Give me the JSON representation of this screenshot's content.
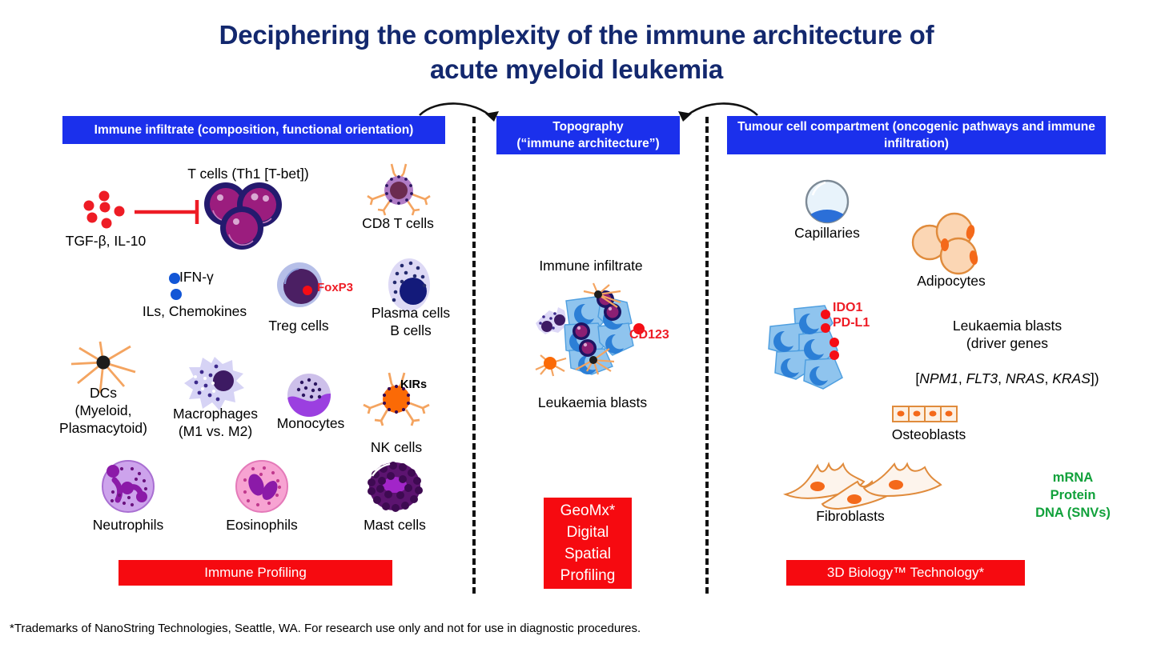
{
  "title": {
    "line1": "Deciphering the complexity of the immune architecture of",
    "line2": "acute myeloid leukemia",
    "color": "#13286e"
  },
  "colors": {
    "header_blue": "#1b30ec",
    "accent_red": "#ee1c25",
    "chip_red": "#f60a10",
    "marker_green": "#11a13b",
    "title_navy": "#13286e",
    "cell_orange": "#f4a460",
    "blast_blue": "#8fc4ee"
  },
  "headers": {
    "left": "Immune infiltrate (composition, functional orientation)",
    "middle": "Topography\n(“immune architecture”)",
    "right": "Tumour cell compartment (oncogenic pathways and immune infiltration)"
  },
  "panels": {
    "left": {
      "chip": "Immune Profiling",
      "labels": [
        {
          "id": "tgf-il10",
          "text": "TGF-β, IL-10"
        },
        {
          "id": "t-cells",
          "text": "T cells (Th1 [T-bet])"
        },
        {
          "id": "cd8-t-cells",
          "text": "CD8 T cells"
        },
        {
          "id": "ifn-gamma",
          "text": "IFN-γ"
        },
        {
          "id": "ils-chemokines",
          "text": "ILs, Chemokines"
        },
        {
          "id": "foxp3",
          "text": "FoxP3"
        },
        {
          "id": "treg-cells",
          "text": "Treg cells"
        },
        {
          "id": "plasma-b-cells",
          "text": "Plasma cells\nB cells"
        },
        {
          "id": "dcs",
          "text": "DCs\n(Myeloid,\nPlasmacytoid)"
        },
        {
          "id": "macrophages",
          "text": "Macrophages\n(M1 vs. M2)"
        },
        {
          "id": "monocytes",
          "text": "Monocytes"
        },
        {
          "id": "kirs",
          "text": "KIRs"
        },
        {
          "id": "nk-cells",
          "text": "NK cells"
        },
        {
          "id": "neutrophils",
          "text": "Neutrophils"
        },
        {
          "id": "eosinophils",
          "text": "Eosinophils"
        },
        {
          "id": "mast-cells",
          "text": "Mast cells"
        }
      ]
    },
    "middle": {
      "chip": "GeoMx*\nDigital\nSpatial\nProfiling",
      "chip_lines": [
        "GeoMx*",
        "Digital",
        "Spatial",
        "Profiling"
      ],
      "labels": [
        {
          "id": "immune-infiltrate",
          "text": "Immune infiltrate"
        },
        {
          "id": "cd123",
          "text": "CD123"
        },
        {
          "id": "leukaemia-blasts",
          "text": "Leukaemia blasts"
        }
      ]
    },
    "right": {
      "chip": "3D Biology™ Technology*",
      "labels": [
        {
          "id": "capillaries",
          "text": "Capillaries"
        },
        {
          "id": "adipocytes",
          "text": "Adipocytes"
        },
        {
          "id": "ido1",
          "text": "IDO1"
        },
        {
          "id": "pdl1",
          "text": "PD-L1"
        },
        {
          "id": "leukaemia-blasts-r",
          "text": "Leukaemia blasts\n(driver genes"
        },
        {
          "id": "driver-genes",
          "text": "[NPM1, FLT3, NRAS, KRAS])"
        },
        {
          "id": "osteoblasts",
          "text": "Osteoblasts"
        },
        {
          "id": "fibroblasts",
          "text": "Fibroblasts"
        },
        {
          "id": "readouts",
          "text": "mRNA\nProtein\nDNA (SNVs)"
        }
      ]
    }
  },
  "footnote": "*Trademarks of NanoString Technologies, Seattle, WA. For research use only and not for use in diagnostic procedures."
}
